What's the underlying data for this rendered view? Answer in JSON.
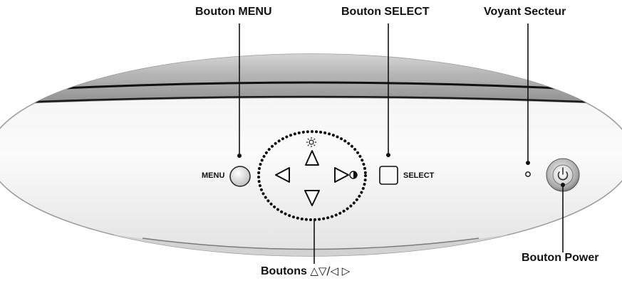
{
  "callouts": {
    "menu_button": "Bouton MENU",
    "select_button": "Bouton SELECT",
    "power_led": "Voyant Secteur",
    "power_button": "Bouton Power",
    "arrow_buttons": "Boutons",
    "arrow_glyphs": "△▽/◁ ▷"
  },
  "panel": {
    "menu_label": "MENU",
    "select_label": "SELECT"
  },
  "icons": [
    "brightness-icon",
    "contrast-icon",
    "power-icon",
    "up-arrow-icon",
    "down-arrow-icon",
    "left-arrow-icon",
    "right-arrow-icon"
  ]
}
